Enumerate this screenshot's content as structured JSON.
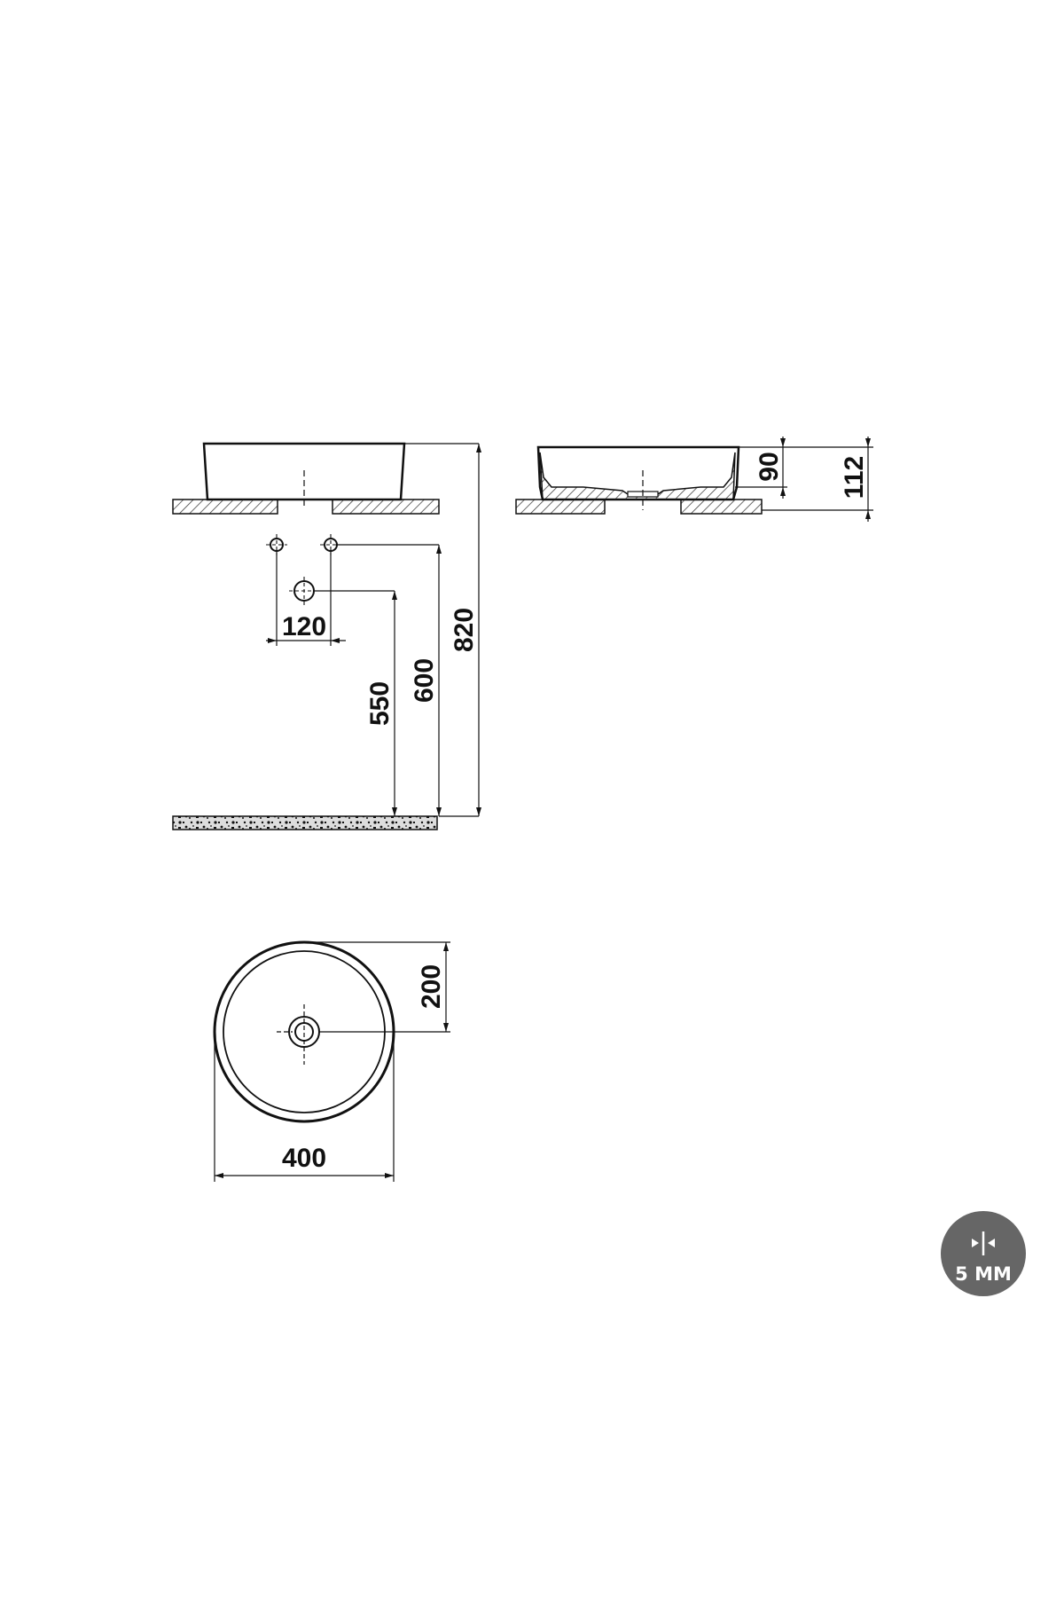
{
  "dimensions": {
    "tap_spacing": "120",
    "waste_height": "550",
    "tap_height": "600",
    "rim_height": "820",
    "bowl_inner_depth": "90",
    "bowl_total_height": "112",
    "waste_offset": "200",
    "bowl_diameter": "400"
  },
  "badge": {
    "label": "5 MM",
    "icon": "thickness-arrows-icon",
    "color": "#666666"
  },
  "colors": {
    "line": "#111111",
    "hatch": "#555555",
    "background": "#ffffff"
  }
}
